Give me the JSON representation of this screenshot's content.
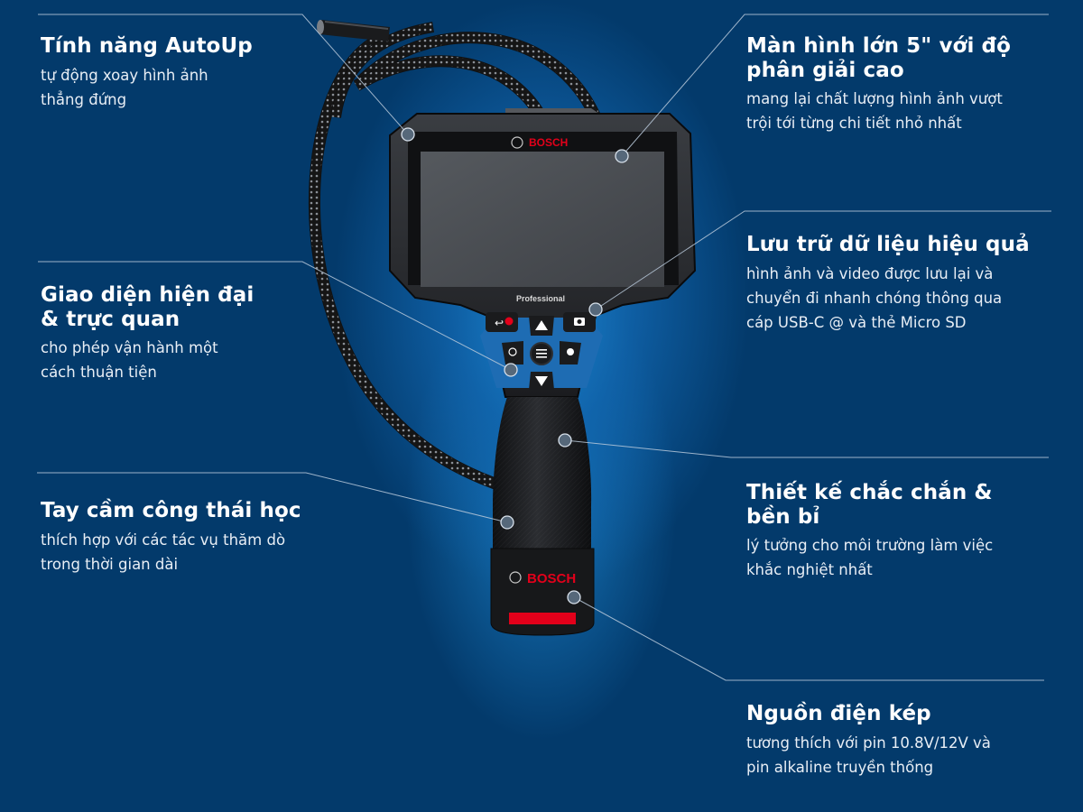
{
  "brand": {
    "name": "BOSCH",
    "series": "Professional",
    "accent_red": "#e2001a",
    "background": "#033a6b",
    "glow": "#1c87d2"
  },
  "features": [
    {
      "id": "autoup",
      "title": "Tính năng AutoUp",
      "description": [
        "tự động xoay hình ảnh",
        "thẳng đứng"
      ]
    },
    {
      "id": "screen",
      "title": [
        "Màn hình lớn 5\" với độ",
        "phân giải cao"
      ],
      "description": [
        "mang lại chất lượng hình ảnh vượt",
        "trội tới từng chi tiết nhỏ nhất"
      ]
    },
    {
      "id": "storage",
      "title": "Lưu trữ dữ liệu hiệu quả",
      "description": [
        "hình ảnh và video được lưu lại và",
        "chuyển đi nhanh chóng thông qua",
        "cáp USB-C @ và thẻ Micro SD"
      ]
    },
    {
      "id": "interface",
      "title": [
        "Giao diện hiện đại",
        "& trực quan"
      ],
      "description": [
        "cho phép vận hành một",
        "cách thuận tiện"
      ]
    },
    {
      "id": "durable",
      "title": [
        "Thiết kế chắc chắn &",
        "bền bỉ"
      ],
      "description": [
        "lý tưởng cho môi trường làm việc",
        "khắc nghiệt nhất"
      ]
    },
    {
      "id": "grip",
      "title": "Tay cầm công thái học",
      "description": [
        "thích hợp với các tác vụ thăm dò",
        "trong thời gian dài"
      ]
    },
    {
      "id": "power",
      "title": "Nguồn điện kép",
      "description": [
        "tương thích với pin 10.8V/12V và",
        "pin alkaline truyền thống"
      ]
    }
  ],
  "device_buttons": {
    "back_power": "back-power-icon",
    "up": "up-arrow-icon",
    "camera": "camera-icon",
    "light_down": "light-dim-icon",
    "menu": "menu-icon",
    "light_up": "light-bright-icon",
    "down": "down-arrow-icon"
  }
}
